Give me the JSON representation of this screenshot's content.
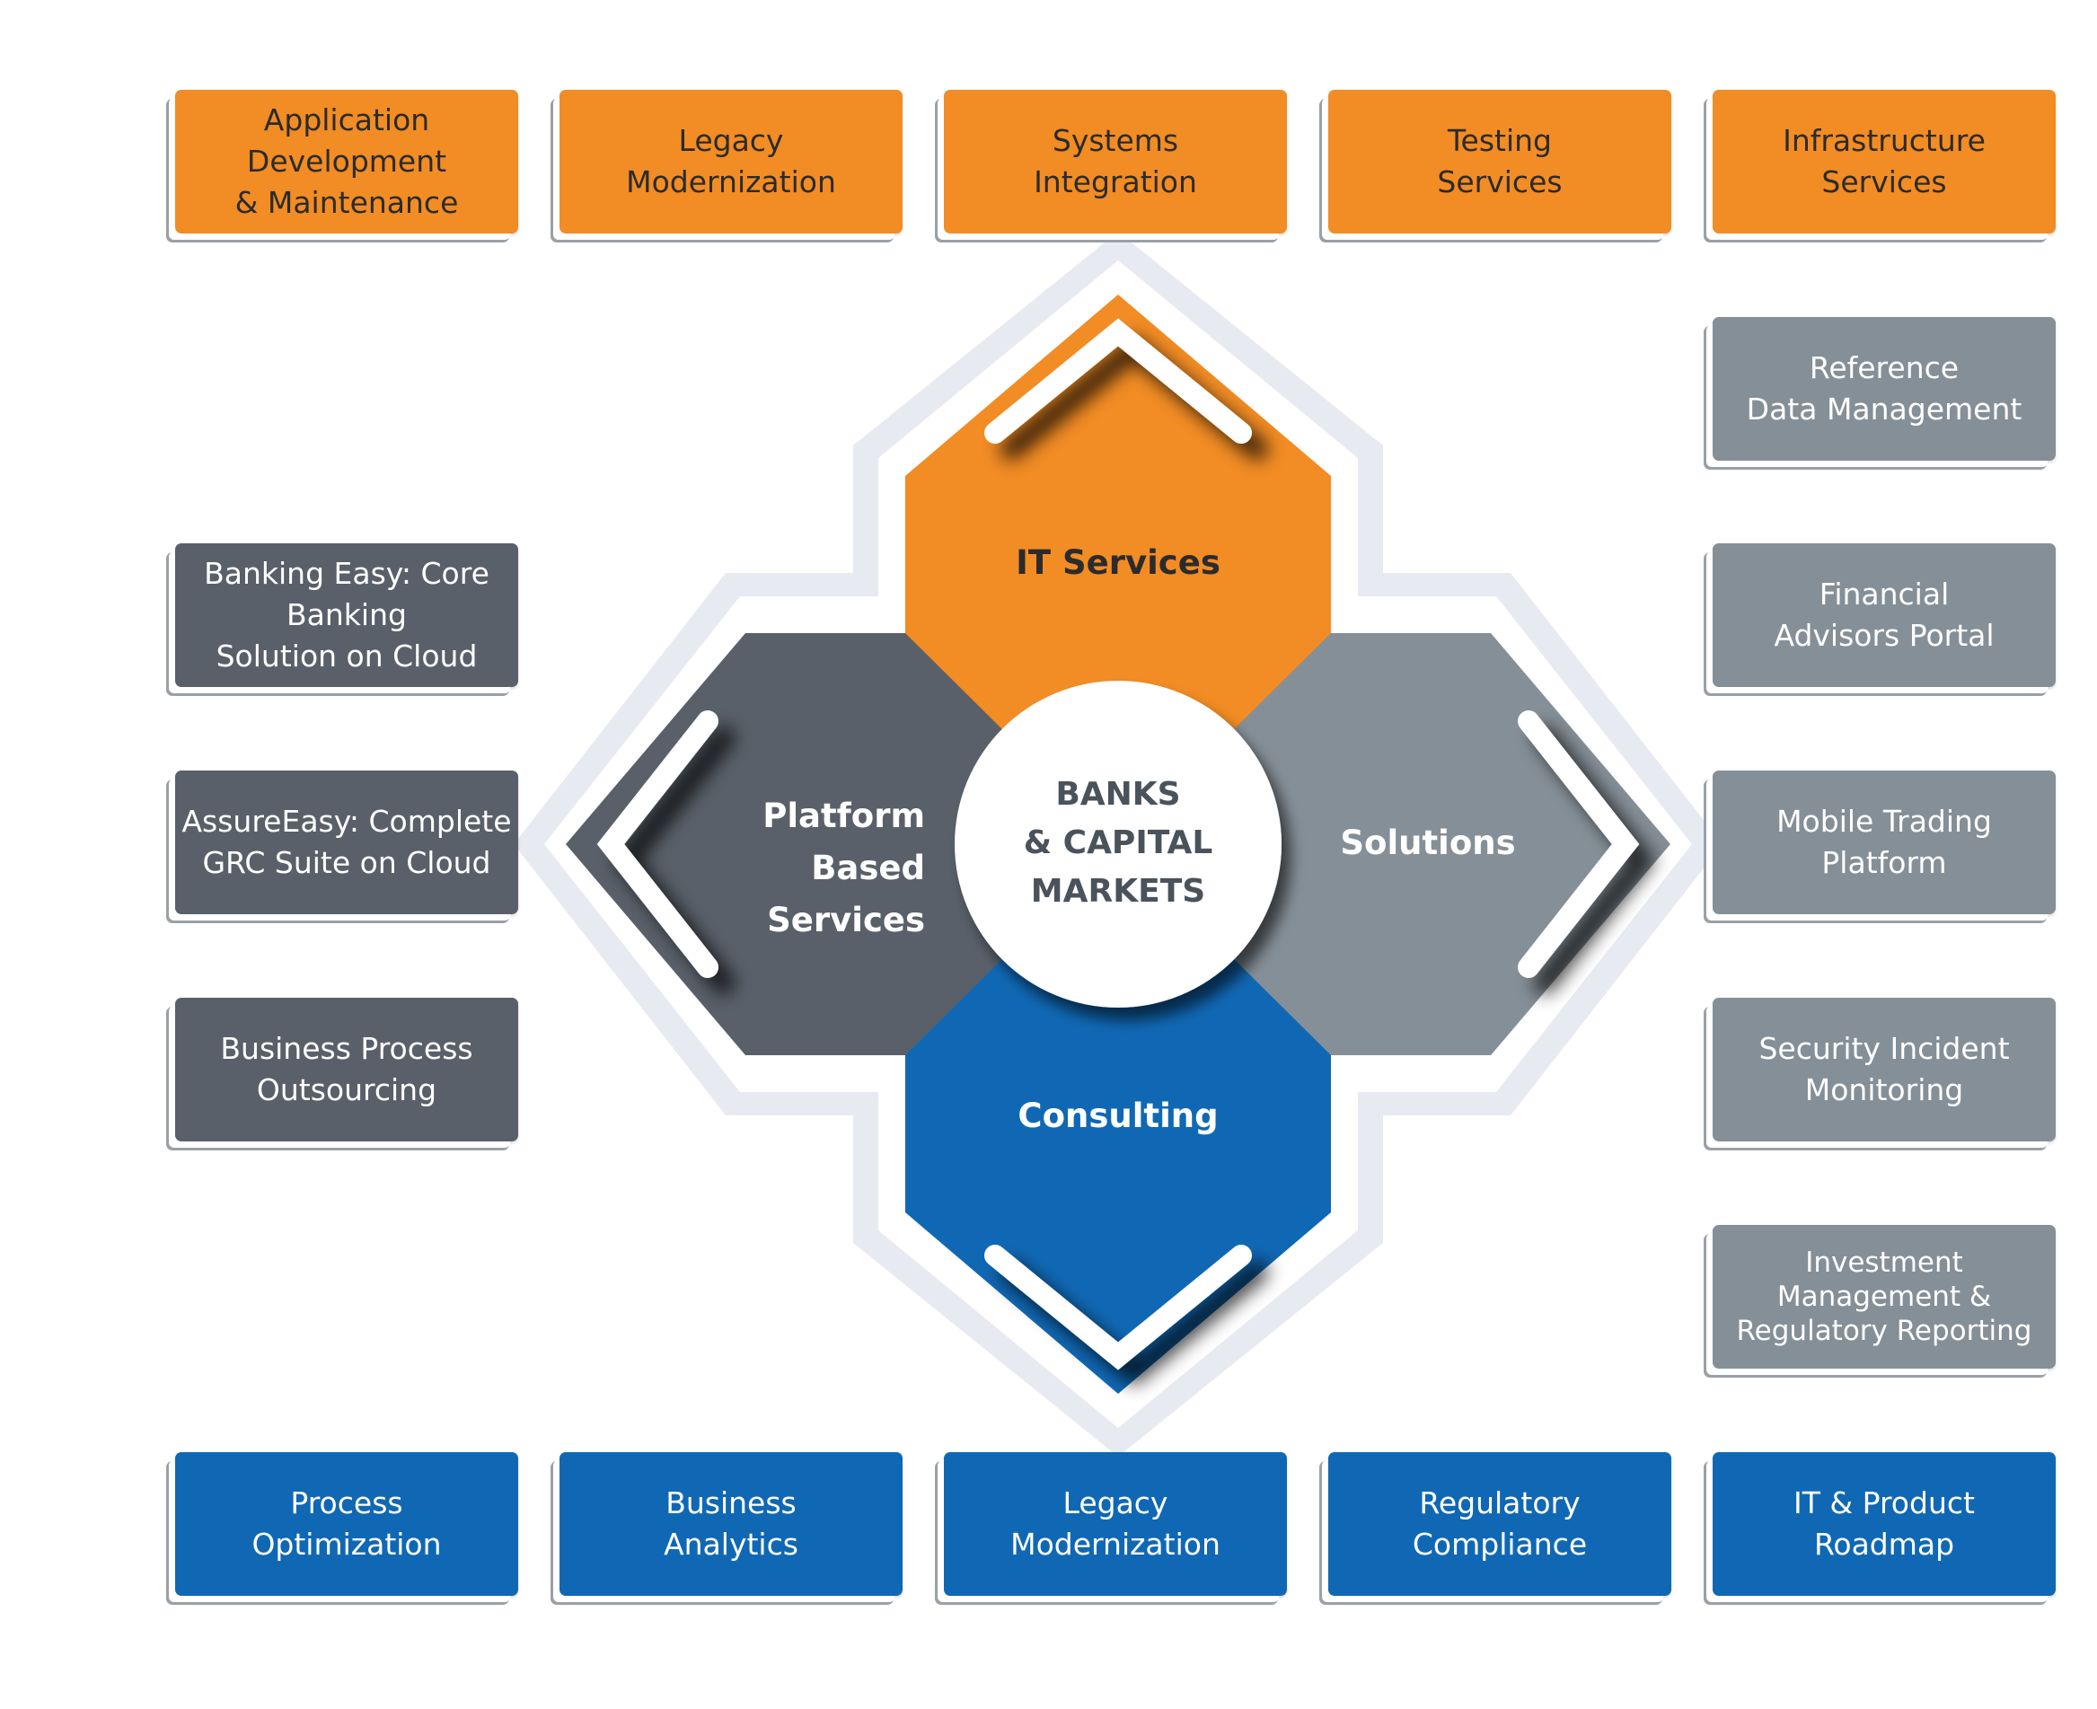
{
  "center": {
    "label": "BANKS\n& CAPITAL\nMARKETS"
  },
  "segments": {
    "top": {
      "label": "IT Services",
      "color": "#f28c24"
    },
    "left": {
      "label": "Platform\nBased Services",
      "color": "#596069"
    },
    "right": {
      "label": "Solutions",
      "color": "#858f97"
    },
    "bottom": {
      "label": "Consulting",
      "color": "#1068b4"
    }
  },
  "it_services": [
    "Application Development\n& Maintenance",
    "Legacy\nModernization",
    "Systems\nIntegration",
    "Testing\nServices",
    "Infrastructure\nServices"
  ],
  "platform_services": [
    "Banking Easy: Core Banking\nSolution on Cloud",
    "AssureEasy: Complete\nGRC Suite on Cloud",
    "Business Process\nOutsourcing"
  ],
  "solutions": [
    "Reference\nData Management",
    "Financial\nAdvisors Portal",
    "Mobile Trading\nPlatform",
    "Security Incident\nMonitoring",
    "Investment\nManagement &\nRegulatory Reporting"
  ],
  "consulting": [
    "Process\nOptimization",
    "Business\nAnalytics",
    "Legacy\nModernization",
    "Regulatory\nCompliance",
    "IT & Product\nRoadmap"
  ]
}
